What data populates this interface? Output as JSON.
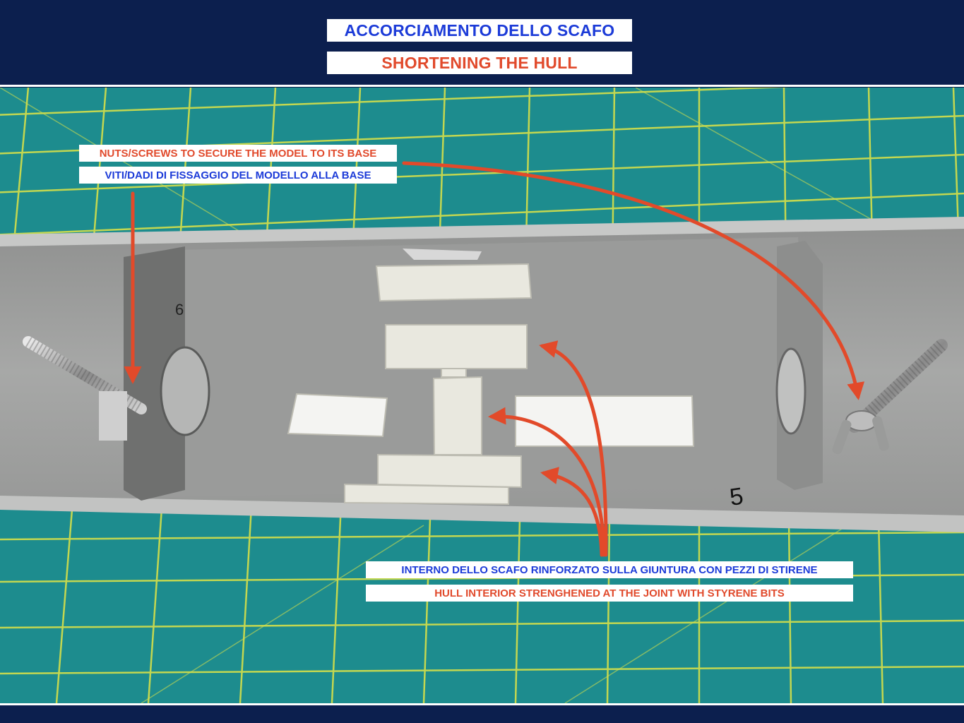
{
  "header": {
    "title_it": "ACCORCIAMENTO DELLO SCAFO",
    "title_en": "SHORTENING THE HULL"
  },
  "labels": {
    "nuts_en": "NUTS/SCREWS TO SECURE THE MODEL TO ITS BASE",
    "nuts_it": "VITI/DADI DI FISSAGGIO DEL MODELLO ALLA BASE",
    "interior_it": "INTERNO DELLO SCAFO RINFORZATO SULLA GIUNTURA CON PEZZI DI STIRENE",
    "interior_en": "HULL INTERIOR STRENGHENED AT THE JOINT WITH STYRENE BITS"
  },
  "photo": {
    "bulkhead_marks": [
      "6",
      "5"
    ],
    "colors": {
      "mat": "#1d8c8e",
      "grid": "#d6e04a",
      "hull": "#a2a3a2",
      "styrene": "#e9e8df",
      "arrow": "#e24a2a",
      "frame": "#0c1f4e"
    }
  }
}
